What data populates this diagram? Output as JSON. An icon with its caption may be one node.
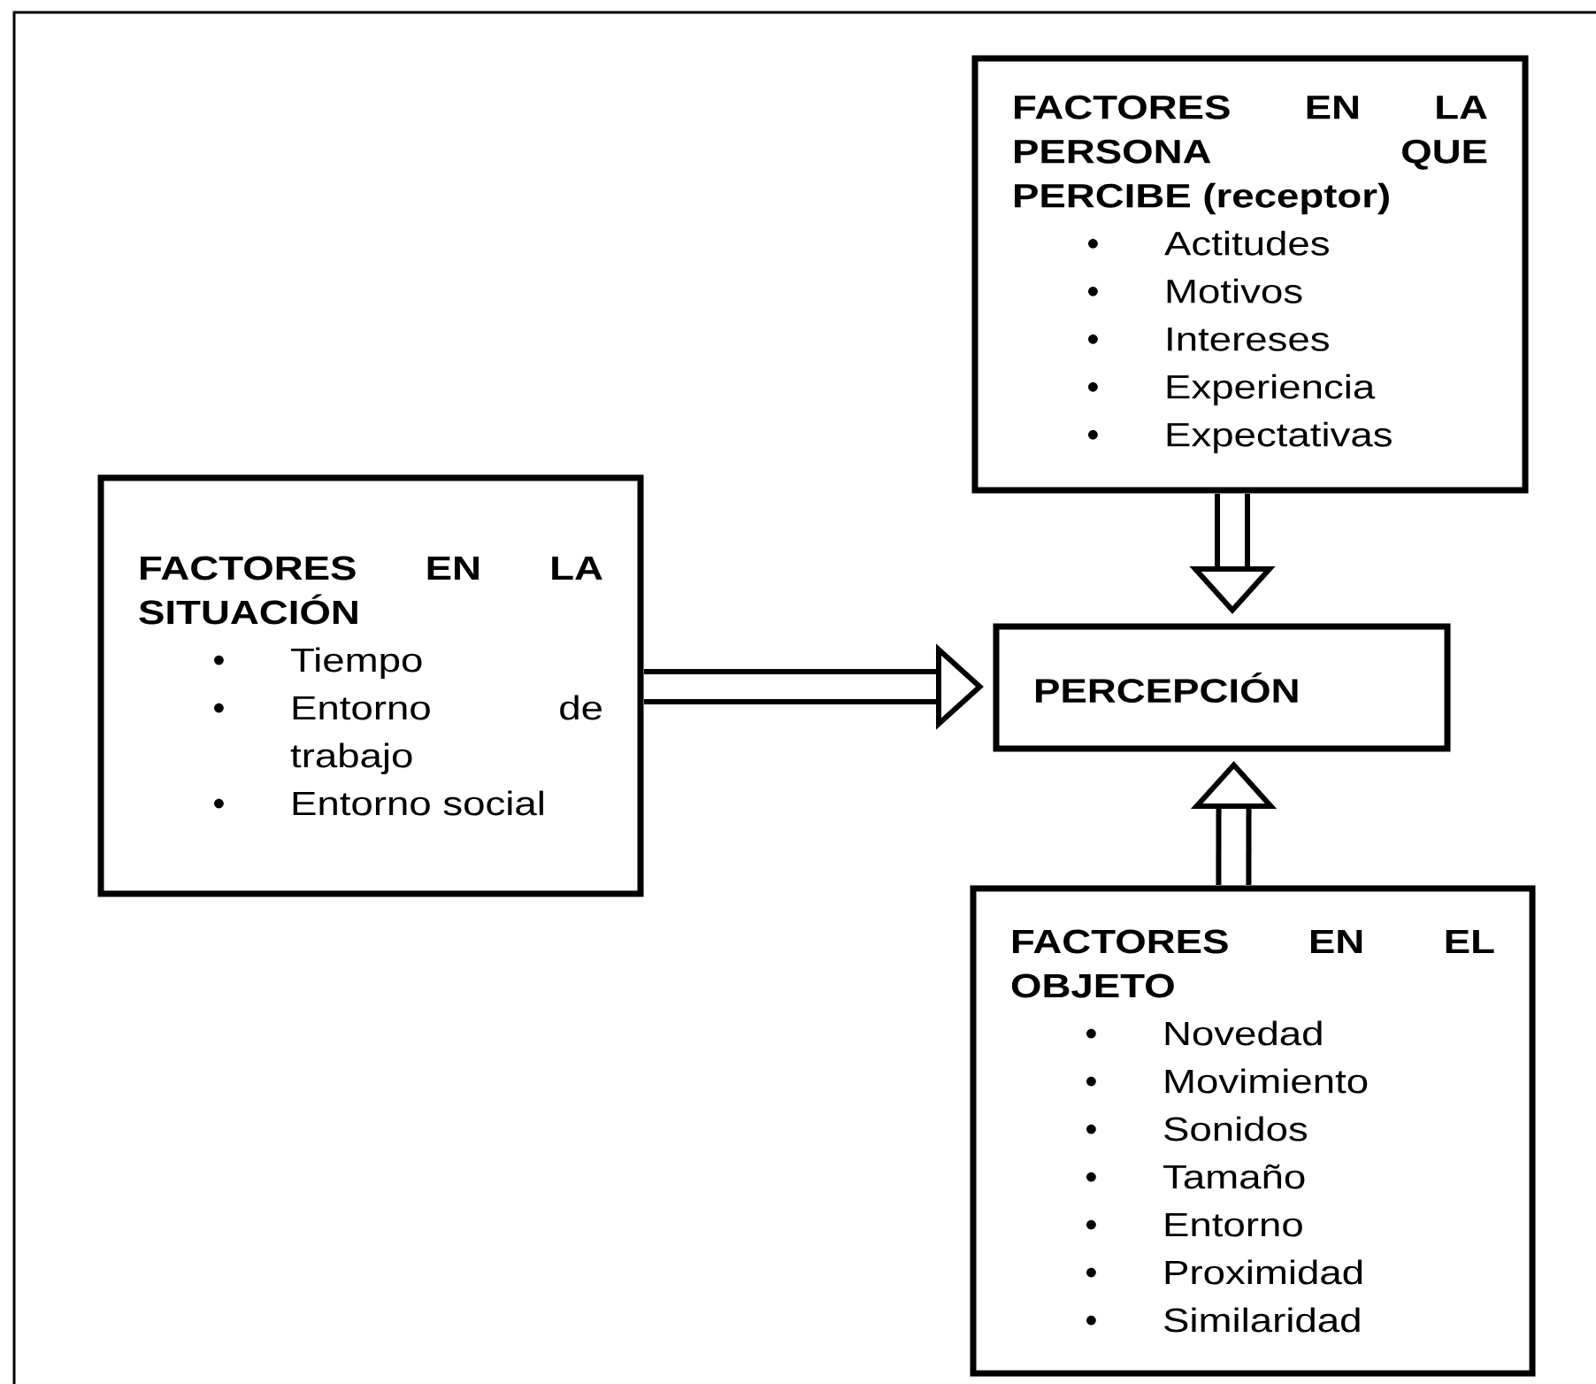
{
  "diagram": {
    "nodes": [
      {
        "text": [
          "FACTORES EN LA SITUACIÓN",
          "Tiempo",
          "Entorno de trabajo",
          "Entorno social"
        ]
      },
      {
        "text": [
          "FACTORES EN LA PERSONA QUE PERCIBE (receptor)",
          "Actitudes",
          "Motivos",
          "Intereses",
          "Experiencia",
          "Expectativas"
        ]
      },
      {
        "text": [
          "PERCEPCIÓN"
        ]
      },
      {
        "text": [
          "FACTORES EN EL OBJETO",
          "Novedad",
          "Movimiento",
          "Sonidos",
          "Tamaño",
          "Entorno",
          "Proximidad",
          "Similaridad"
        ]
      }
    ],
    "edges": [
      {
        "from": 0,
        "to": 2,
        "arrow": "to"
      },
      {
        "from": 1,
        "to": 2,
        "arrow": "to"
      },
      {
        "from": 3,
        "to": 2,
        "arrow": "to"
      }
    ]
  }
}
